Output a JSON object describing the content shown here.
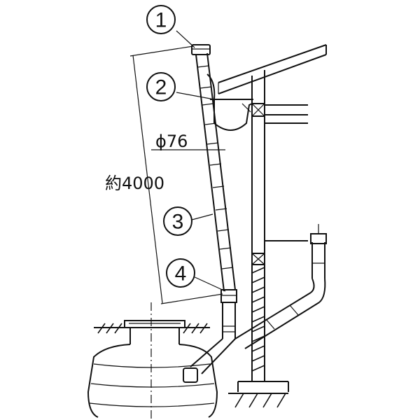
{
  "callouts": [
    {
      "number": "1"
    },
    {
      "number": "2"
    },
    {
      "number": "3"
    },
    {
      "number": "4"
    }
  ],
  "dimensions": {
    "diameter": "ϕ76",
    "length": "約4000"
  }
}
